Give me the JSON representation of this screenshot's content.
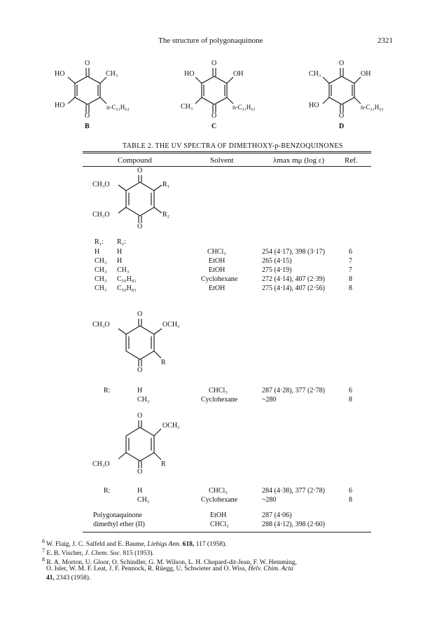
{
  "header": {
    "title": "The structure of polygonaquinone",
    "page": "2321"
  },
  "structures": {
    "B": {
      "label": "B",
      "tl": "HO",
      "tr": "CH₃",
      "bl": "HO",
      "br": "n-C₃₁H₆₃",
      "o_top": "O",
      "o_bot": "O"
    },
    "C": {
      "label": "C",
      "tl": "HO",
      "tr": "OH",
      "bl": "CH₃",
      "br": "n-C₃₁H₆₃",
      "o_top": "O",
      "o_bot": "O"
    },
    "D": {
      "label": "D",
      "tl": "CH₃",
      "tr": "OH",
      "bl": "HO",
      "br": "n-C₃₁H₆₃",
      "o_top": "O",
      "o_bot": "O"
    }
  },
  "table": {
    "caption": "TABLE 2. THE UV SPECTRA OF DIMETHOXY-p-BENZOQUINONES",
    "headers": {
      "compound": "Compound",
      "solvent": "Solvent",
      "lambda": "λmax mμ (log ε)",
      "ref": "Ref."
    },
    "s1": {
      "tl": "CH₃O",
      "tr": "R₁",
      "bl": "CH₃O",
      "br": "R₂",
      "o_top": "O",
      "o_bot": "O"
    },
    "s2": {
      "tl": "CH₃O",
      "tr": "OCH₃",
      "br": "R",
      "o_top": "O",
      "o_bot": "O"
    },
    "s3": {
      "tr": "OCH₃",
      "bl": "CH₃O",
      "br": "R",
      "o_top": "O",
      "o_bot": "O"
    },
    "group1_head": {
      "r1": "R₁:",
      "r2": "R₂:"
    },
    "group1": [
      {
        "r1": "H",
        "r2": "H",
        "solvent": "CHCl₃",
        "lambda": "254 (4·17), 398 (3·17)",
        "ref": "6"
      },
      {
        "r1": "CH₃",
        "r2": "H",
        "solvent": "EtOH",
        "lambda": "265 (4·15)",
        "ref": "7"
      },
      {
        "r1": "CH₃",
        "r2": "CH₃",
        "solvent": "EtOH",
        "lambda": "275 (4·19)",
        "ref": "7"
      },
      {
        "r1": "CH₃",
        "r2": "C₅₀H₈₁",
        "solvent": "Cyclohexane",
        "lambda": "272 (4·14), 407 (2·39)",
        "ref": "8"
      },
      {
        "r1": "CH₃",
        "r2": "C₅₀H₈₁",
        "solvent": "EtOH",
        "lambda": "275 (4·14), 407 (2·56)",
        "ref": "8"
      }
    ],
    "group2": [
      {
        "r": "R:",
        "v": "H",
        "solvent": "CHCl₃",
        "lambda": "287 (4·28), 377 (2·78)",
        "ref": "6"
      },
      {
        "r": "",
        "v": "CH₃",
        "solvent": "Cyclohexane",
        "lambda": "~280",
        "ref": "8"
      }
    ],
    "group3": [
      {
        "r": "R:",
        "v": "H",
        "solvent": "CHCl₃",
        "lambda": "284 (4·38), 377 (2·78)",
        "ref": "6"
      },
      {
        "r": "",
        "v": "CH₃",
        "solvent": "Cyclohexane",
        "lambda": "~280",
        "ref": "8"
      }
    ],
    "group4": [
      {
        "name": "Polygonaquinone",
        "solvent": "EtOH",
        "lambda": "287 (4·06)",
        "ref": ""
      },
      {
        "name": "dimethyl ether (II)",
        "solvent": "CHCl₃",
        "lambda": "288 (4·12), 398 (2·60)",
        "ref": ""
      }
    ]
  },
  "footnotes": [
    {
      "mark": "6",
      "authors": "W. Flaig, J. C. Salfeld and E. Baume,",
      "journal": "Liebigs Ann.",
      "vol": "618,",
      "rest": "117 (1958)."
    },
    {
      "mark": "7",
      "authors": "E. B. Vischer,",
      "journal": "J. Chem. Soc.",
      "vol": "",
      "rest": "815 (1953)."
    },
    {
      "mark": "8",
      "line1": "R. A. Morton, U. Gloor, O. Schindler, G. M. Wilson, L. H. Chopard-dit-Jean, F. W. Hemming,",
      "line2": "O. Isler, W. M. F. Leat, J. F. Pennock, R. Rüegg, U. Schwieter and O. Wiss,",
      "journal": "Helv. Chim. Acta",
      "vol": "41,",
      "rest": "2343 (1958)."
    }
  ]
}
